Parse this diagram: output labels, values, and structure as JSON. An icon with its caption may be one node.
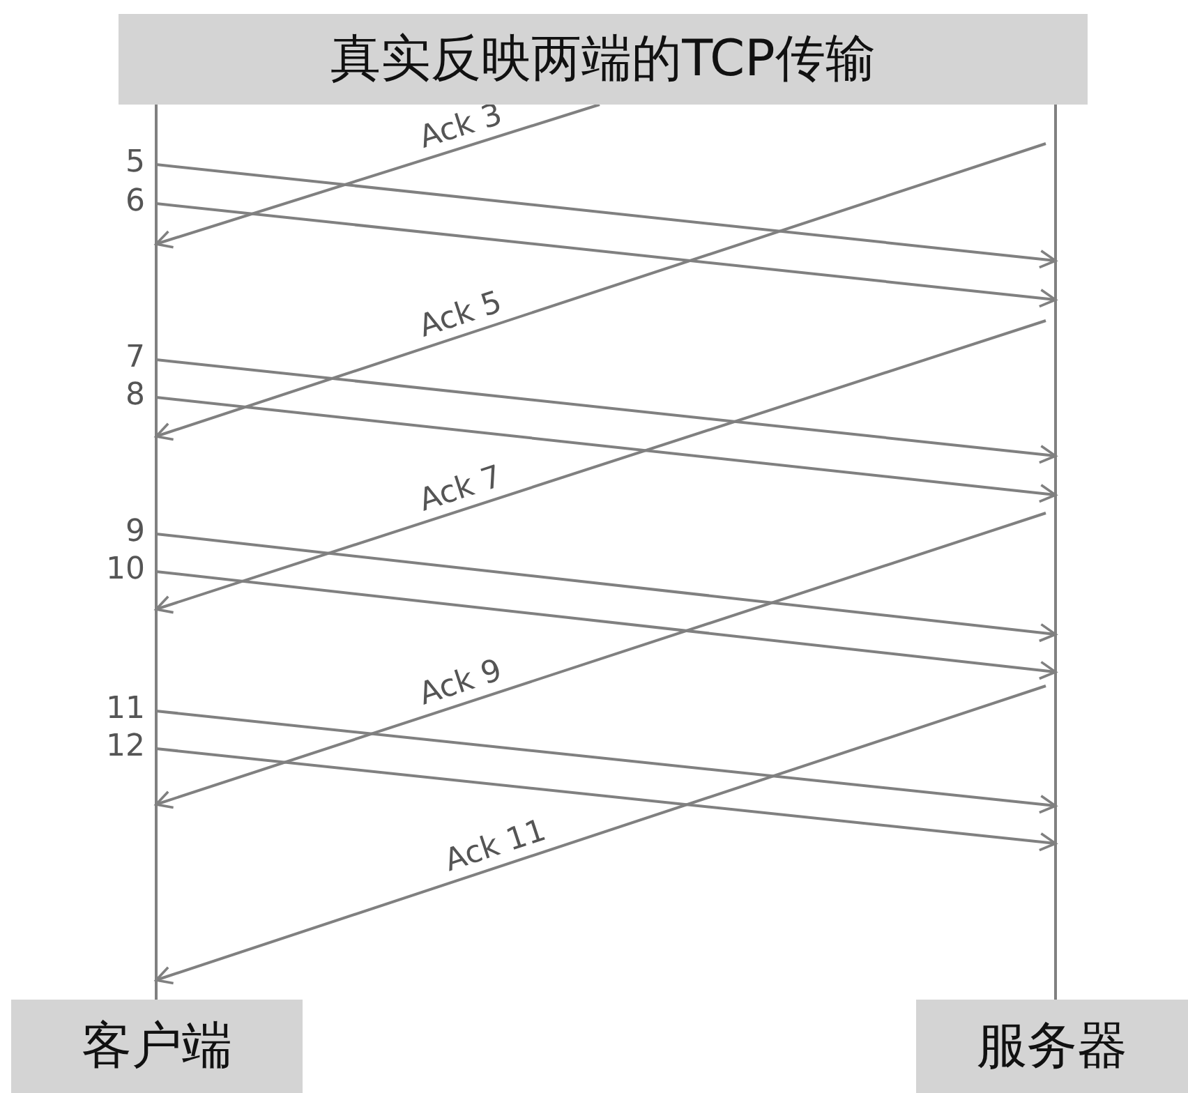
{
  "diagram": {
    "title": "真实反映两端的TCP传输",
    "nodes": [
      {
        "text": [
          "客户端"
        ]
      },
      {
        "text": [
          "服务器"
        ]
      }
    ],
    "edges": [
      {
        "from": null,
        "to": 0,
        "arrow": "to",
        "label": "Ack 3"
      },
      {
        "from": 1,
        "to": 0,
        "arrow": "to",
        "label": "Ack 5"
      },
      {
        "from": 0,
        "to": 1,
        "arrow": "to",
        "label": "5"
      },
      {
        "from": 0,
        "to": 1,
        "arrow": "to",
        "label": "6"
      },
      {
        "from": 1,
        "to": 0,
        "arrow": "to",
        "label": "Ack 7"
      },
      {
        "from": 0,
        "to": 1,
        "arrow": "to",
        "label": "7"
      },
      {
        "from": 0,
        "to": 1,
        "arrow": "to",
        "label": "8"
      },
      {
        "from": 1,
        "to": 0,
        "arrow": "to",
        "label": "Ack 9"
      },
      {
        "from": 0,
        "to": 1,
        "arrow": "to",
        "label": "9"
      },
      {
        "from": 0,
        "to": 1,
        "arrow": "to",
        "label": "10"
      },
      {
        "from": 1,
        "to": 0,
        "arrow": "to",
        "label": "Ack 11"
      },
      {
        "from": 0,
        "to": 1,
        "arrow": "to",
        "label": "11"
      },
      {
        "from": 0,
        "to": 1,
        "arrow": "to",
        "label": "12"
      }
    ]
  }
}
